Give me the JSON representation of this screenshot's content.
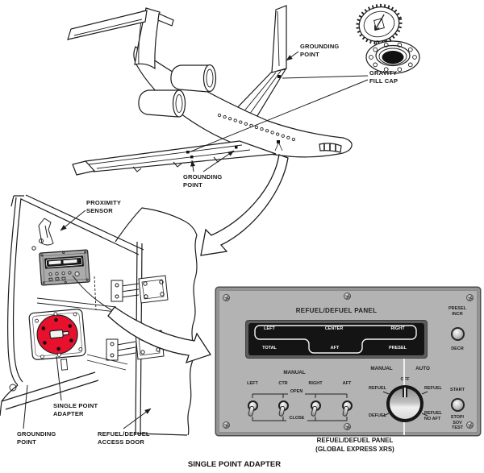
{
  "figure_title": "SINGLE POINT ADAPTER",
  "panel_caption": "REFUEL/DEFUEL PANEL\n(GLOBAL EXPRESS XRS)",
  "callouts": {
    "grounding_point_top": "GROUNDING\nPOINT",
    "gravity_fill_cap": "GRAVITY\nFILL CAP",
    "grounding_point_wing": "GROUNDING\nPOINT",
    "proximity_sensor": "PROXIMITY\nSENSOR",
    "single_point_adapter": "SINGLE POINT\nADAPTER",
    "grounding_point_door": "GROUNDING\nPOINT",
    "refuel_defuel_access_door": "REFUEL/DEFUEL\nACCESS DOOR"
  },
  "panel": {
    "title": "REFUEL/DEFUEL PANEL",
    "display": {
      "top_row": [
        "LEFT",
        "CENTER",
        "RIGHT"
      ],
      "bottom_row": [
        "TOTAL",
        "AFT",
        "PRESEL"
      ]
    },
    "presel_incr": "PRESEL\nINCR",
    "decr": "DECR",
    "start": "START",
    "stop_sov_test": "STOP/\nSOV\nTEST",
    "manual_header": "MANUAL",
    "switch_labels": [
      "LEFT",
      "CTR",
      "RIGHT",
      "AFT"
    ],
    "open": "OPEN",
    "close": "CLOSE",
    "selector": {
      "manual": "MANUAL",
      "auto": "AUTO",
      "off": "OFF",
      "manual_refuel": "REFUEL",
      "manual_defuel": "DEFUEL",
      "auto_refuel": "REFUEL",
      "auto_refuel_no_aft": "REFUEL\nNO AFT"
    }
  },
  "colors": {
    "adapter_red": "#e8112d",
    "panel_gray": "#b3b3b3",
    "display_black": "#141414"
  }
}
